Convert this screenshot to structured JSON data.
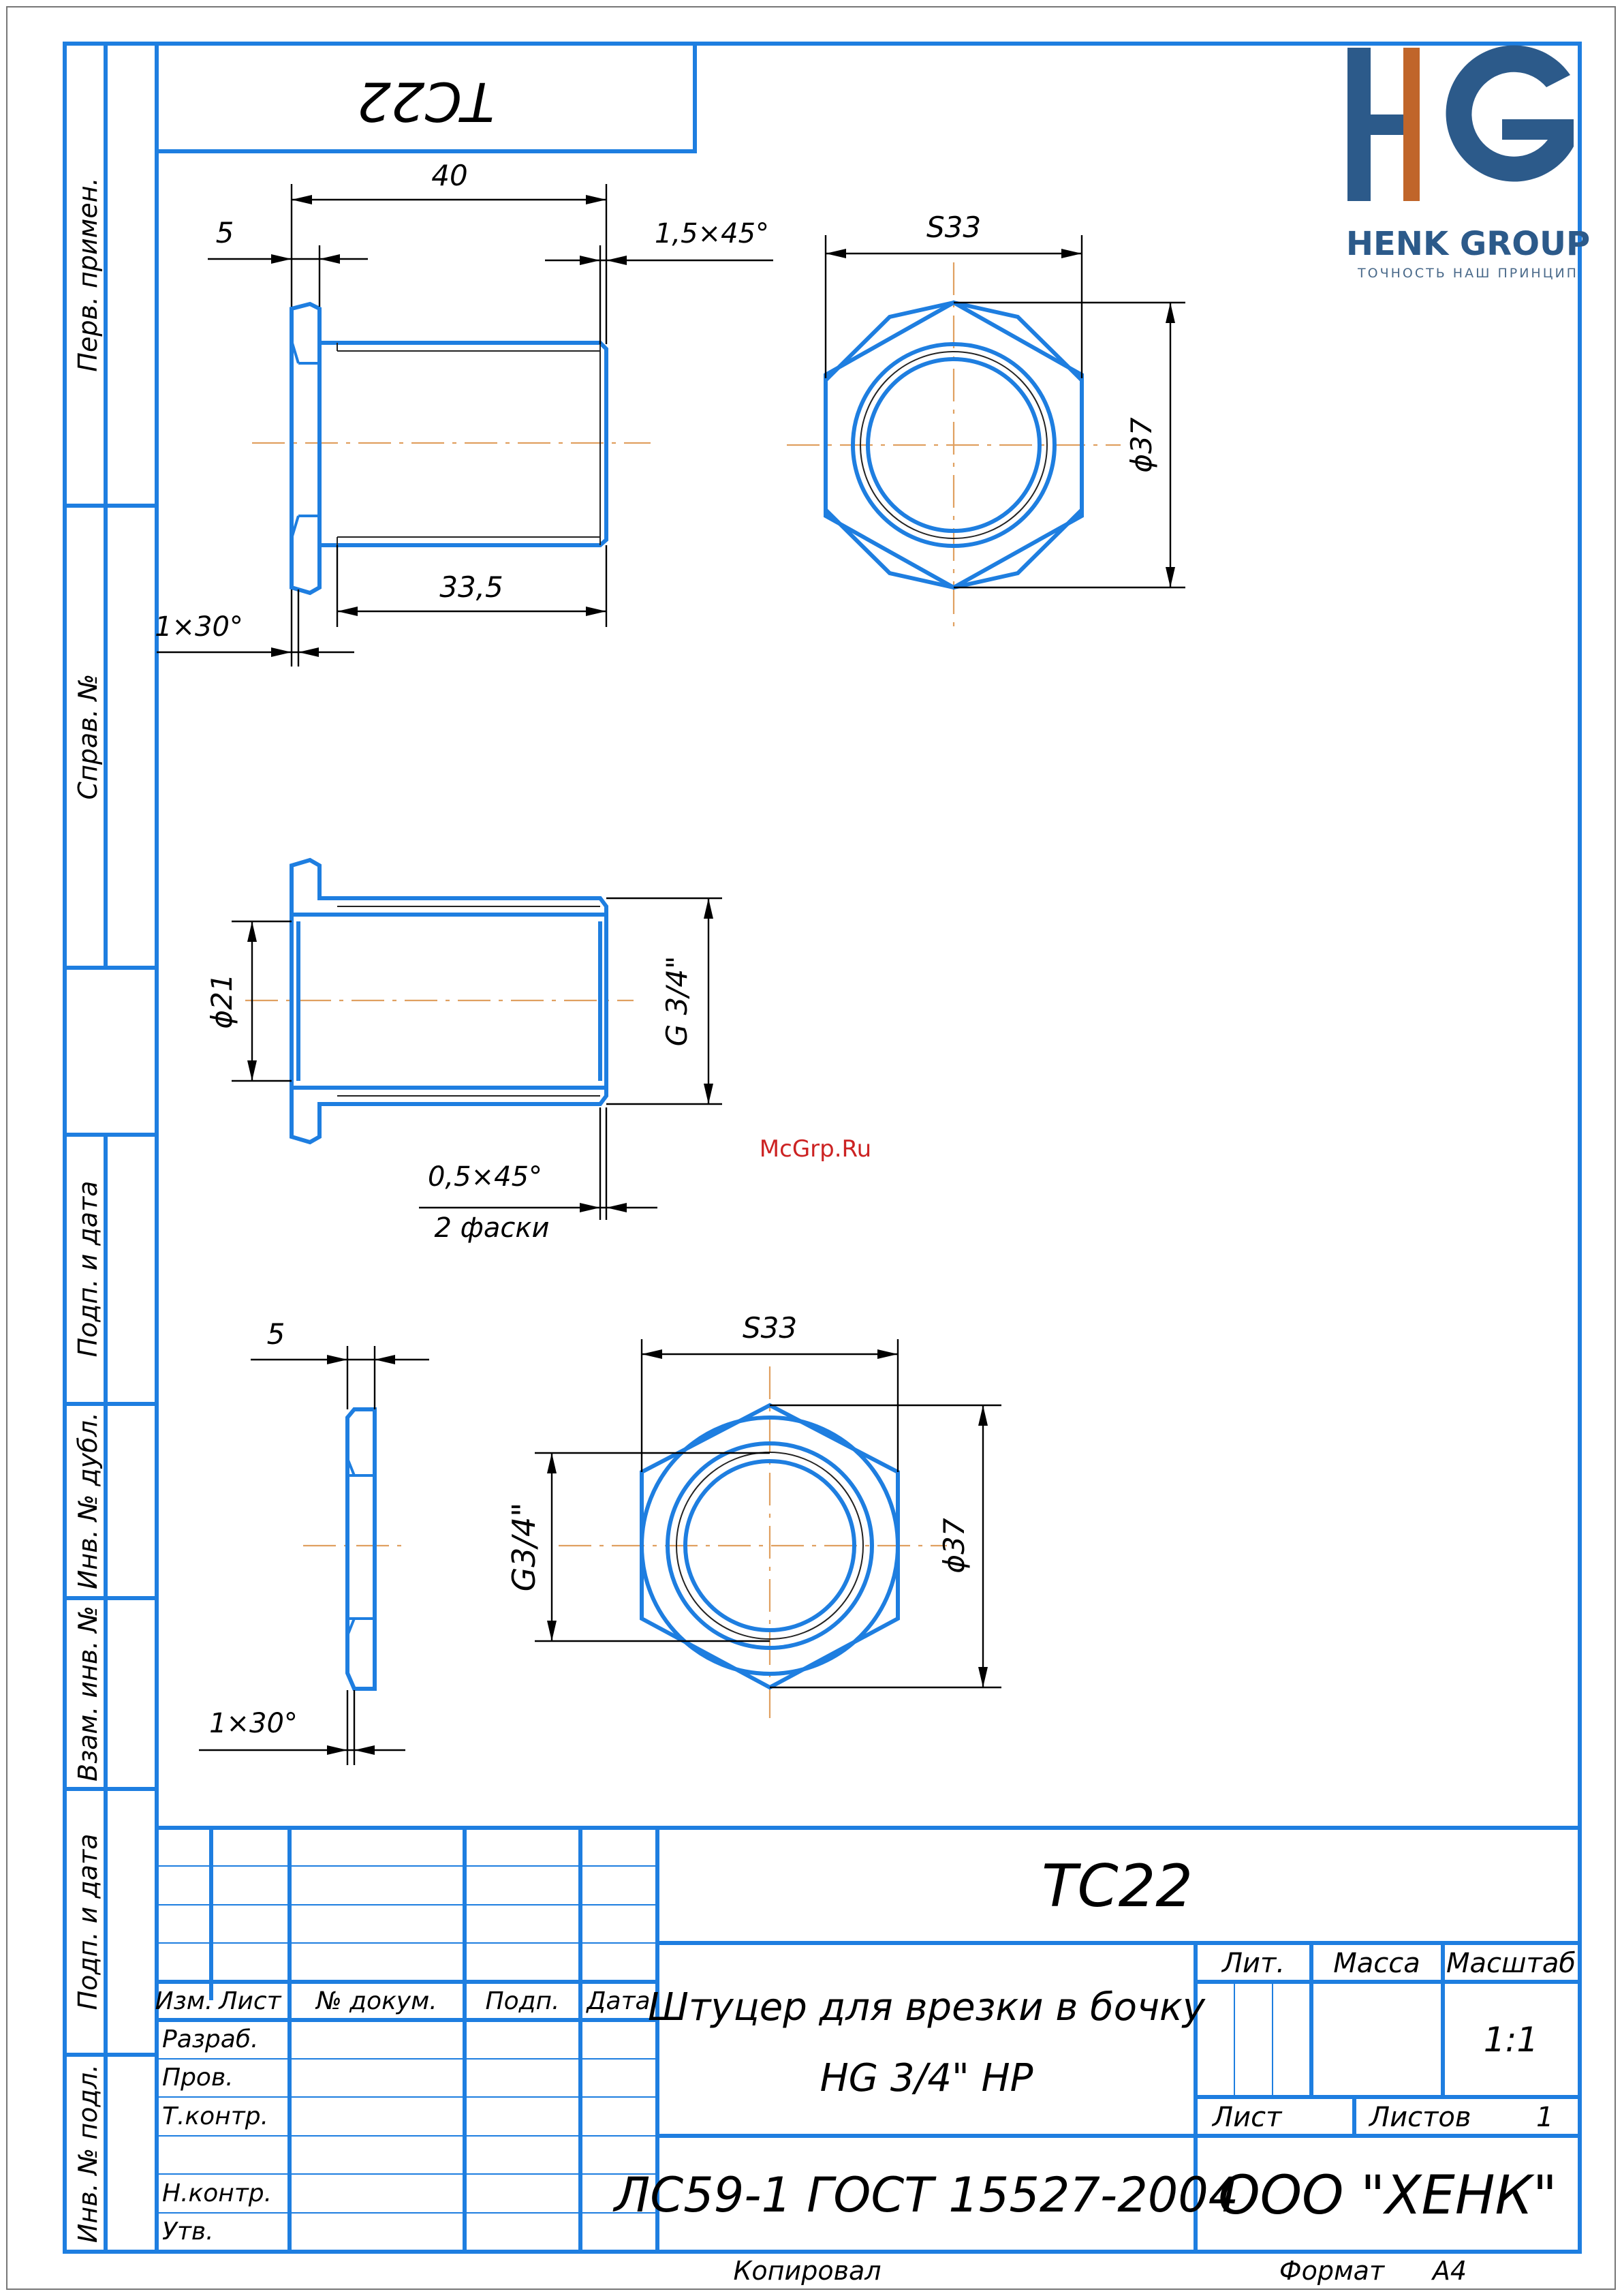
{
  "drawing_code_top": "ТС22",
  "side_strip": {
    "perv_primen": "Перв. примен.",
    "sprav_no": "Справ. №",
    "podp_data_1": "Подп. и дата",
    "inv_dubl": "Инв. № дубл.",
    "vzam_inv": "Взам. инв. №",
    "podp_data_2": "Подп. и дата",
    "inv_podl": "Инв. № подл."
  },
  "logo": {
    "letters": "HG",
    "company": "HENK GROUP",
    "slogan": "ТОЧНОСТЬ НАШ ПРИНЦИП",
    "brand_blue": "#2c5a8a",
    "brand_orange": "#c0652a"
  },
  "view_front": {
    "dim_overall": "40",
    "dim_flange": "5",
    "dim_chamfer_right": "1,5×45°",
    "dim_chamfer_left": "1×30°",
    "dim_shank": "33,5"
  },
  "view_end": {
    "dim_hex": "S33",
    "dim_diameter": "ϕ37"
  },
  "view_section": {
    "dim_bore": "ϕ21",
    "dim_thread": "G 3/4\"",
    "dim_chamfer": "0,5×45°",
    "note_chamfers": "2 фаски"
  },
  "nut_side": {
    "dim_width": "5",
    "dim_chamfer": "1×30°"
  },
  "nut_front": {
    "dim_hex": "S33",
    "dim_thread": "G3/4\"",
    "dim_diameter": "ϕ37"
  },
  "watermark": "McGrp.Ru",
  "title_block": {
    "designation": "ТС22",
    "headers": [
      "Изм.",
      "Лист",
      "№ докум.",
      "Подп.",
      "Дата"
    ],
    "roles": [
      "Разраб.",
      "Пров.",
      "Т.контр.",
      "",
      "Н.контр.",
      "Утв."
    ],
    "name_line1": "Штуцер для врезки в бочку",
    "name_line2": "HG 3/4\" НР",
    "lit_label": "Лит.",
    "mass_label": "Масса",
    "scale_label": "Масштаб",
    "scale_value": "1:1",
    "sheet_label": "Лист",
    "sheets_label": "Листов",
    "sheets_value": "1",
    "material": "ЛС59-1 ГОСТ 15527-2004",
    "organization": "ООО \"ХЕНК\""
  },
  "footer": {
    "copied": "Копировал",
    "format_label": "Формат",
    "format_value": "А4"
  }
}
